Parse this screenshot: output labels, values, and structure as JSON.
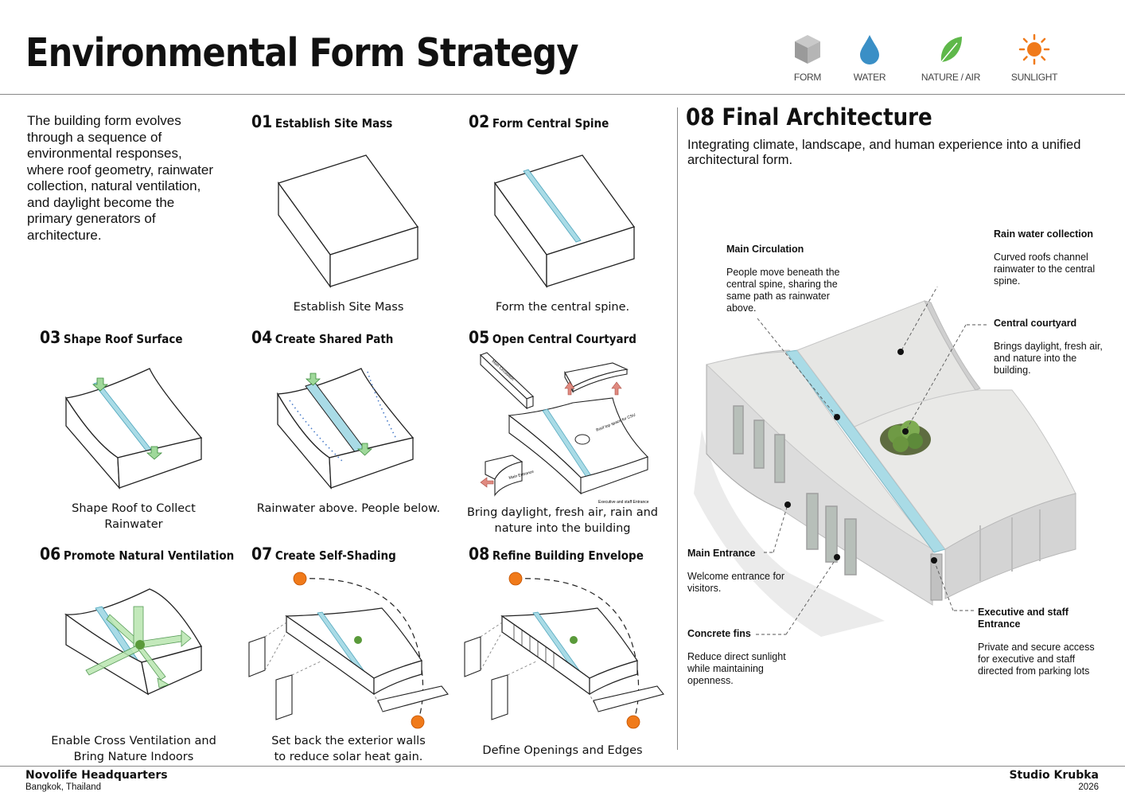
{
  "title": "Environmental Form Strategy",
  "legend": [
    {
      "label": "FORM",
      "icon": "cube-icon"
    },
    {
      "label": "WATER",
      "icon": "water-drop-icon"
    },
    {
      "label": "NATURE / AIR",
      "icon": "leaf-icon"
    },
    {
      "label": "SUNLIGHT",
      "icon": "sun-icon"
    }
  ],
  "intro": "The building form evolves through a sequence of environmental responses, where roof geometry, rainwater collection, natural ventilation, and daylight become the primary generators of architecture.",
  "steps": [
    {
      "num": "01",
      "title": "Establish Site Mass",
      "caption": "Establish Site Mass"
    },
    {
      "num": "02",
      "title": "Form Central Spine",
      "caption": "Form the central spine."
    },
    {
      "num": "03",
      "title": "Shape Roof Surface",
      "caption": "Shape Roof to Collect Rainwater"
    },
    {
      "num": "04",
      "title": "Create Shared Path",
      "caption": "Rainwater above. People below."
    },
    {
      "num": "05",
      "title": "Open Central Courtyard",
      "caption": "Bring daylight, fresh air, rain and nature into the building"
    },
    {
      "num": "06",
      "title": "Promote Natural Ventilation",
      "caption": "Enable Cross Ventilation and Bring Nature Indoors"
    },
    {
      "num": "07",
      "title": "Create Self-Shading",
      "caption": "Set back the exterior walls to reduce solar heat gain."
    },
    {
      "num": "08",
      "title": "Refine Building Envelope",
      "caption": "Define Openings and Edges"
    }
  ],
  "step05_labels": {
    "circulation": "Main Circulation",
    "roof_top": "Roof top space for CSU",
    "main_entrance": "Main Entrance",
    "exec": "Executive and staff Entrance"
  },
  "final": {
    "title": "08 Final Architecture",
    "subtitle": "Integrating climate, landscape, and human experience into a unified architectural form.",
    "annotations": [
      {
        "heading": "Main Circulation",
        "body": "People move beneath the central spine, sharing the same path as rainwater above."
      },
      {
        "heading": "Rain water collection",
        "body": "Curved roofs channel rainwater to the central spine."
      },
      {
        "heading": "Central courtyard",
        "body": "Brings daylight, fresh air, and nature into the building."
      },
      {
        "heading": "Main Entrance",
        "body": "Welcome entrance for visitors."
      },
      {
        "heading": "Concrete fins",
        "body": "Reduce direct sunlight while maintaining openness."
      },
      {
        "heading": "Executive and staff Entrance",
        "body": "Private and secure access for executive and staff directed from parking lots"
      }
    ]
  },
  "footer": {
    "project": "Novolife Headquarters",
    "location": "Bangkok, Thailand",
    "studio": "Studio Krubka",
    "year": "2026"
  },
  "colors": {
    "water": "#a9dbe6",
    "sun": "#f07a1a",
    "leaf": "#7ec850",
    "arrow_green": "#9fd89a",
    "arrow_red": "#e08a80"
  }
}
